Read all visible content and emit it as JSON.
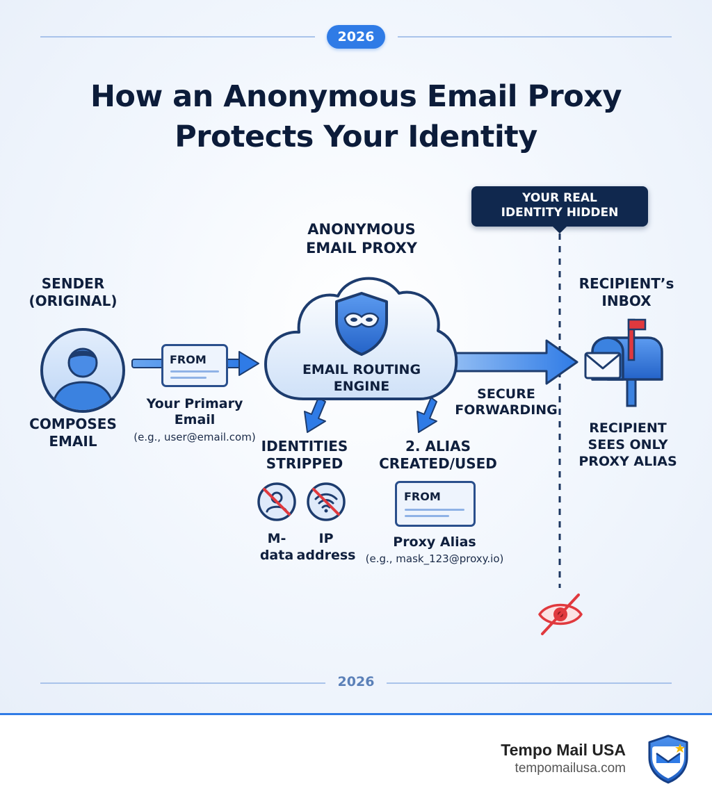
{
  "header": {
    "year": "2026"
  },
  "title": {
    "line1": "How an Anonymous Email Proxy",
    "line2": "Protects Your Identity"
  },
  "callout": {
    "line1": "YOUR REAL",
    "line2": "IDENTITY HIDDEN"
  },
  "sender": {
    "heading_line1": "SENDER",
    "heading_line2": "(ORIGINAL)",
    "caption_line1": "COMPOSES",
    "caption_line2": "EMAIL"
  },
  "primary_email": {
    "from_label": "FROM",
    "label_line1": "Your Primary",
    "label_line2": "Email",
    "example": "(e.g., user@email.com)"
  },
  "proxy": {
    "heading_line1": "ANONYMOUS",
    "heading_line2": "EMAIL PROXY",
    "engine_line1": "EMAIL ROUTING",
    "engine_line2": "ENGINE"
  },
  "stripped": {
    "heading_line1": "IDENTITIES",
    "heading_line2": "STRIPPED",
    "item1_line1": "M-",
    "item1_line2": "data",
    "item2_line1": "IP",
    "item2_line2": "address"
  },
  "alias": {
    "heading_line1": "2. ALIAS",
    "heading_line2": "CREATED/USED",
    "from_label": "FROM",
    "label": "Proxy Alias",
    "example": "(e.g., mask_123@proxy.io)"
  },
  "forwarding": {
    "line1": "SECURE",
    "line2": "FORWARDING"
  },
  "recipient": {
    "heading_line1": "RECIPIENT’s",
    "heading_line2": "INBOX",
    "caption_line1": "RECIPIENT",
    "caption_line2": "SEES ONLY",
    "caption_line3": "PROXY ALIAS"
  },
  "footer": {
    "year": "2026",
    "brand": "Tempo Mail USA",
    "url": "tempomailusa.com"
  },
  "colors": {
    "accent": "#2f7be6",
    "navy": "#10284e",
    "warning": "#e0393e"
  }
}
